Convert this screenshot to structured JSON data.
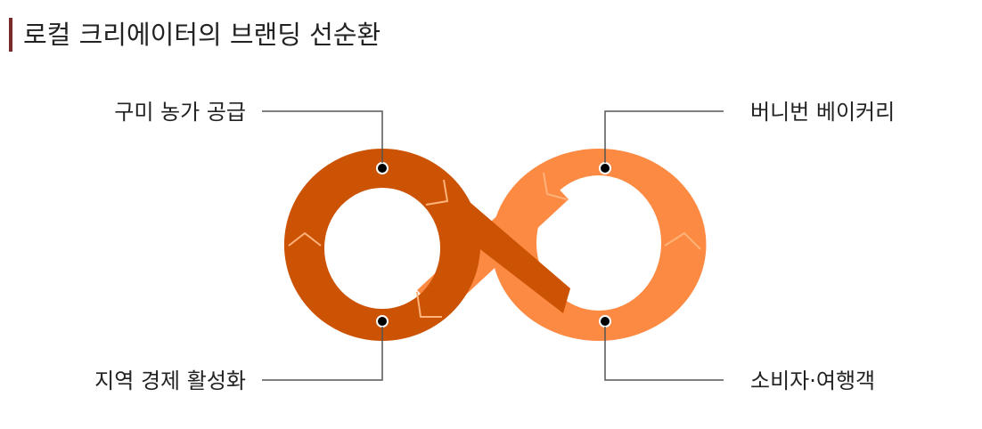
{
  "header": {
    "title": "로컬 크리에이터의 브랜딩 선순환"
  },
  "diagram": {
    "labels": {
      "top_left": "구미 농가 공급",
      "top_right": "버니번 베이커리",
      "bottom_left": "지역 경제 활성화",
      "bottom_right": "소비자·여행객"
    },
    "colors": {
      "dark_orange": "#cc5204",
      "light_orange": "#fd8a43",
      "edge_highlight": "#ffb27a",
      "title_accent": "#7a2a2a",
      "leader_line": "#555555"
    }
  }
}
